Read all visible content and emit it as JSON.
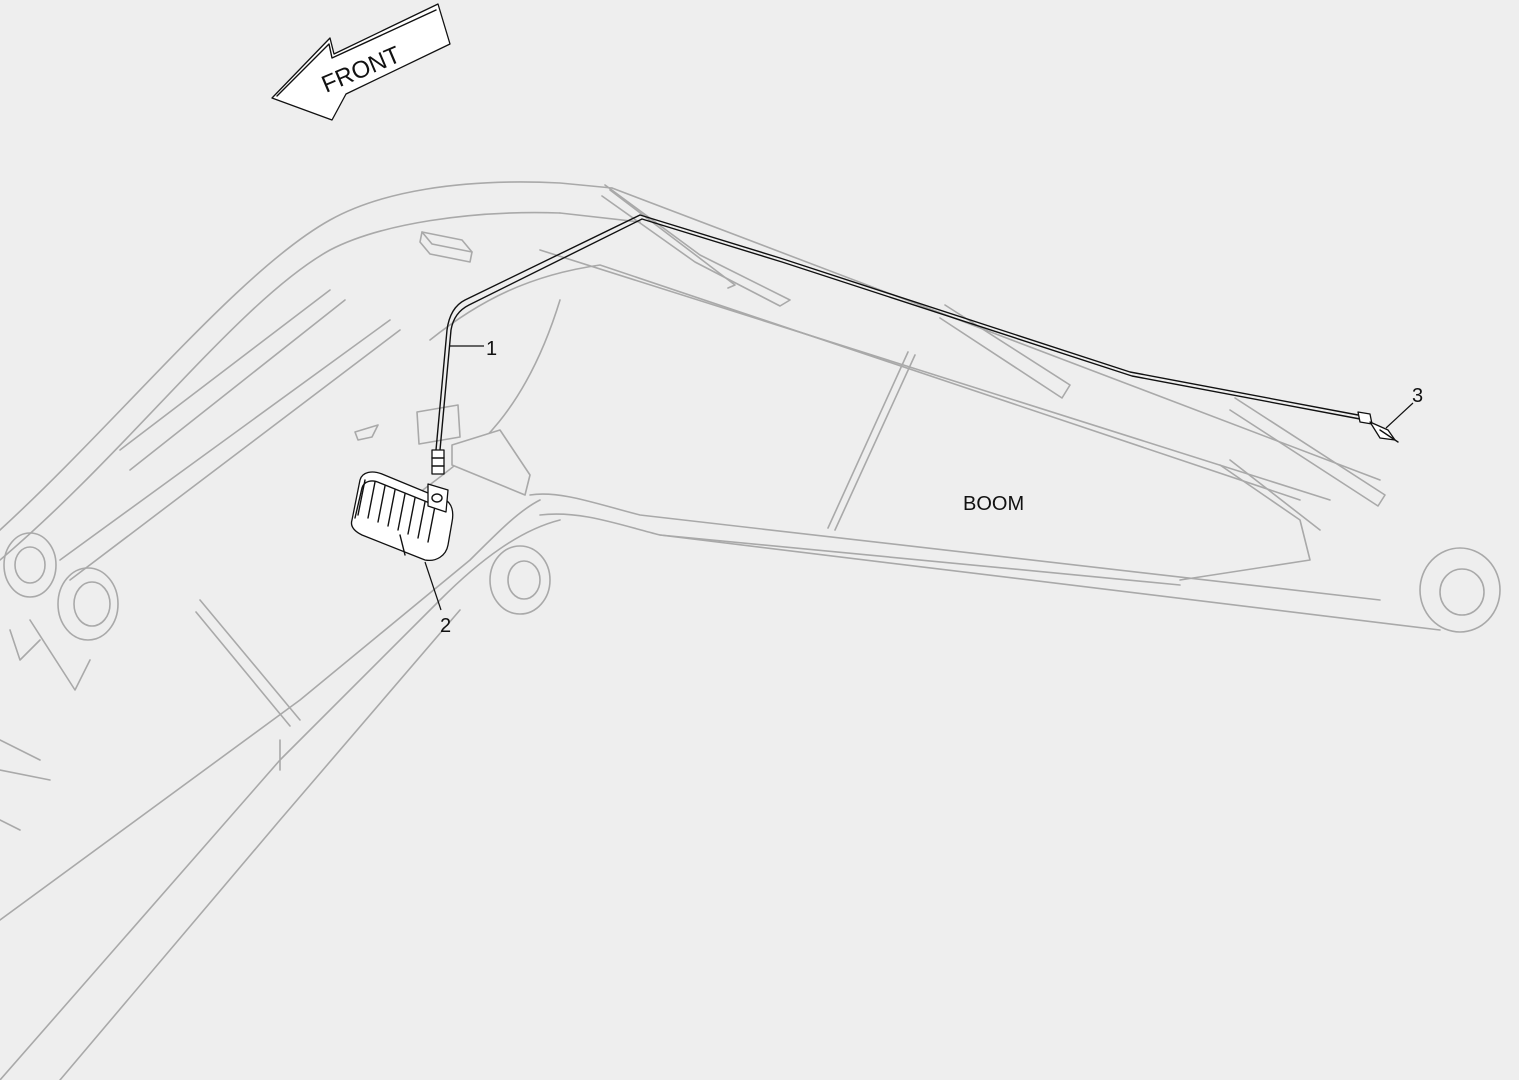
{
  "direction_arrow": {
    "label": "FRONT"
  },
  "component_label": "BOOM",
  "callouts": [
    {
      "id": "1",
      "label": "1"
    },
    {
      "id": "2",
      "label": "2"
    },
    {
      "id": "3",
      "label": "3"
    }
  ],
  "colors": {
    "background": "#eeeeee",
    "outline_ghost": "#a9a9a9",
    "outline_ink": "#111111"
  }
}
